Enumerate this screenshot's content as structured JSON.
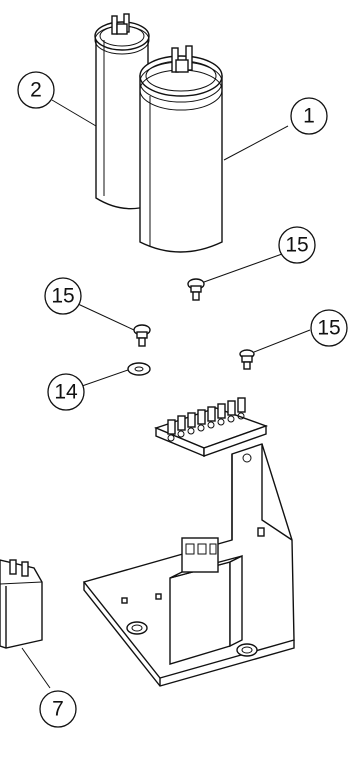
{
  "callouts": {
    "c2": "2",
    "c1": "1",
    "c15a": "15",
    "c15b": "15",
    "c15c": "15",
    "c14": "14",
    "c7": "7"
  }
}
